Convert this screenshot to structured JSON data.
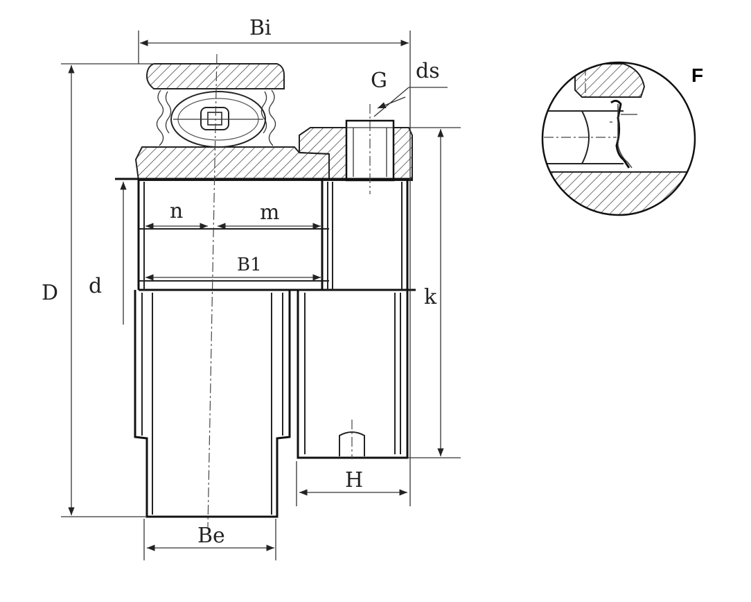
{
  "labels": {
    "bi": "Bi",
    "g": "G",
    "ds": "ds",
    "n": "n",
    "m": "m",
    "b1": "B1",
    "d_outer": "D",
    "d_inner": "d",
    "k": "k",
    "h": "H",
    "be": "Be",
    "detail": "F"
  }
}
